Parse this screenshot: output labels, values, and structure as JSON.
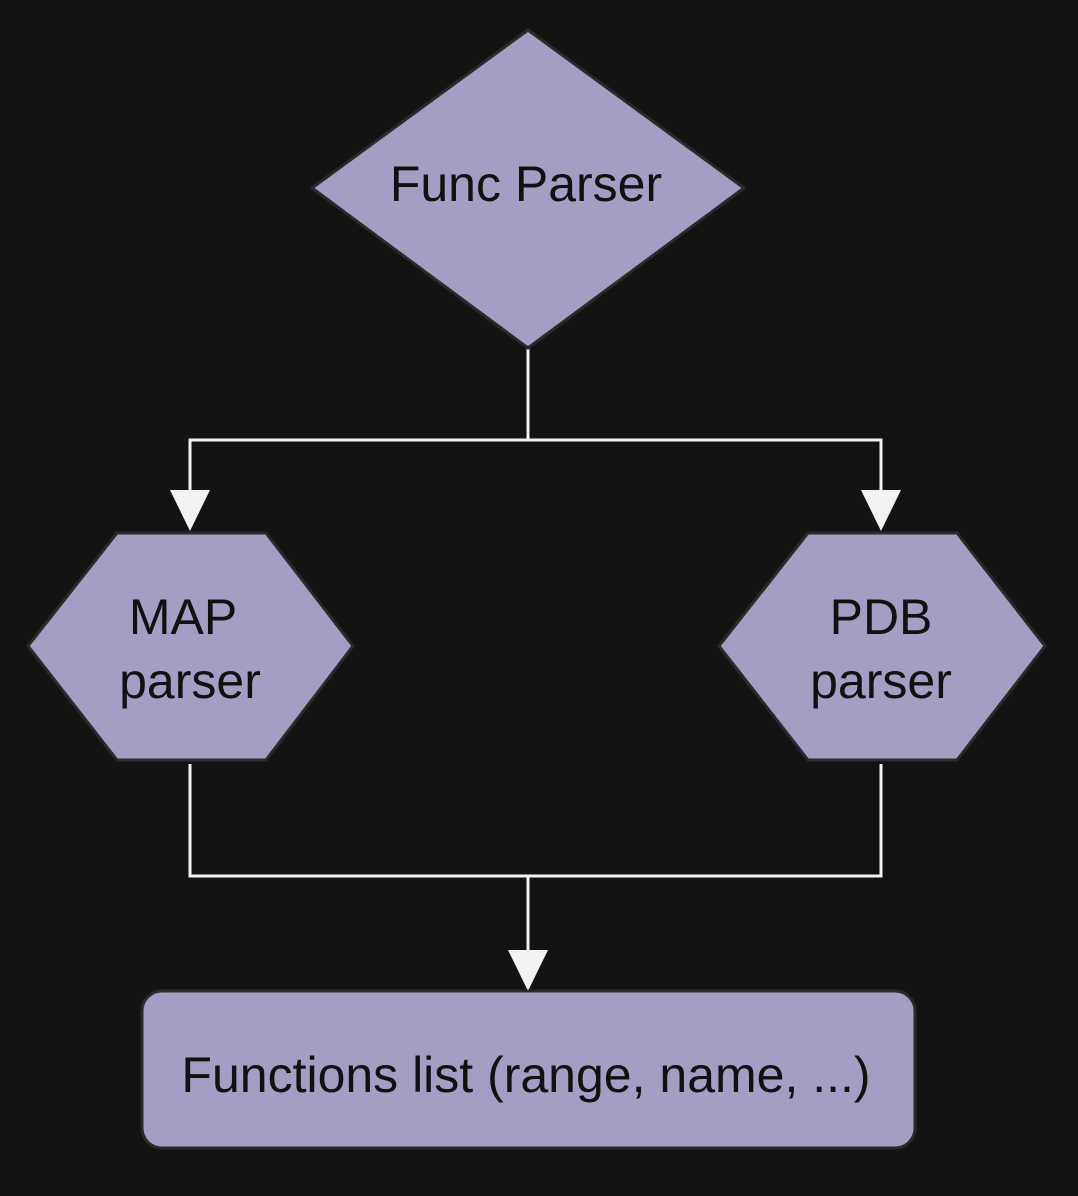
{
  "nodes": {
    "func_parser": {
      "label": "Func Parser"
    },
    "map_parser": {
      "line1": "MAP",
      "line2": "parser"
    },
    "pdb_parser": {
      "line1": "PDB",
      "line2": "parser"
    },
    "functions_list": {
      "label": "Functions list (range, name, ...)"
    }
  },
  "colors": {
    "background": "#131313",
    "node_fill": "#a39fc4",
    "edge": "#f2f2f2",
    "text": "#111111"
  }
}
